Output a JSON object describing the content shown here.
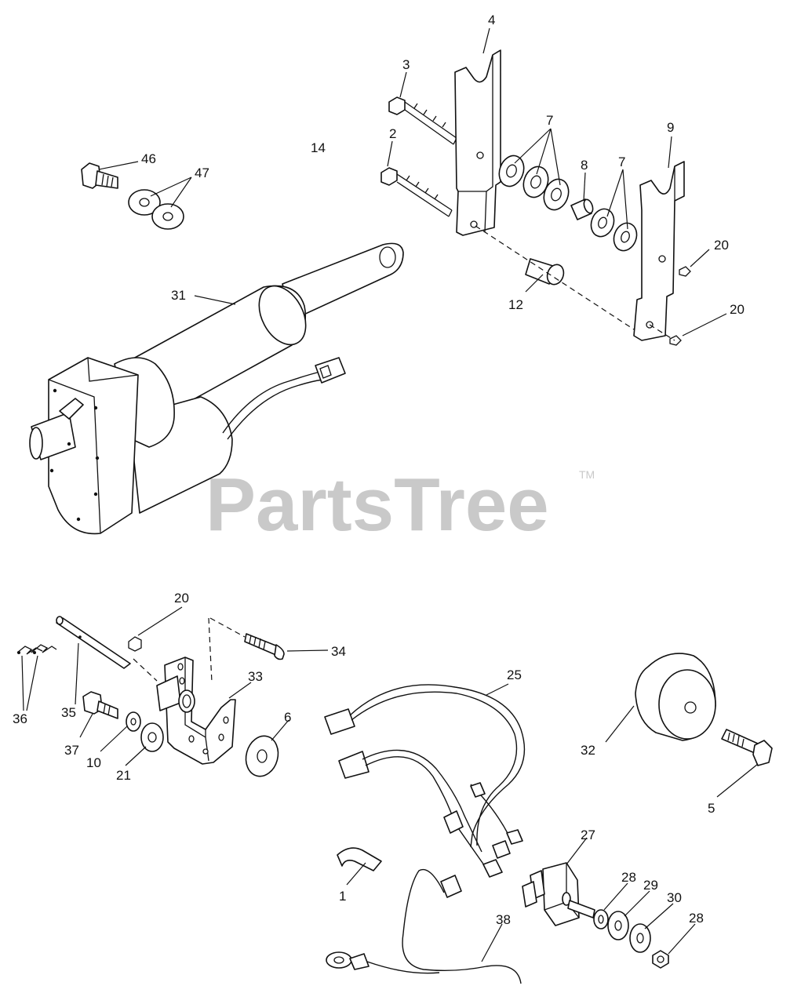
{
  "watermark": {
    "text": "PartsTree",
    "tm": "TM"
  },
  "callouts": {
    "c1": "1",
    "c2": "2",
    "c3": "3",
    "c4": "4",
    "c5": "5",
    "c6": "6",
    "c7a": "7",
    "c7b": "7",
    "c8": "8",
    "c9": "9",
    "c10": "10",
    "c12": "12",
    "c14": "14",
    "c20a": "20",
    "c20b": "20",
    "c20c": "20",
    "c21": "21",
    "c25": "25",
    "c27": "27",
    "c28a": "28",
    "c28b": "28",
    "c29": "29",
    "c30": "30",
    "c31": "31",
    "c32": "32",
    "c33": "33",
    "c34": "34",
    "c35": "35",
    "c36": "36",
    "c37": "37",
    "c38": "38",
    "c46": "46",
    "c47": "47"
  }
}
